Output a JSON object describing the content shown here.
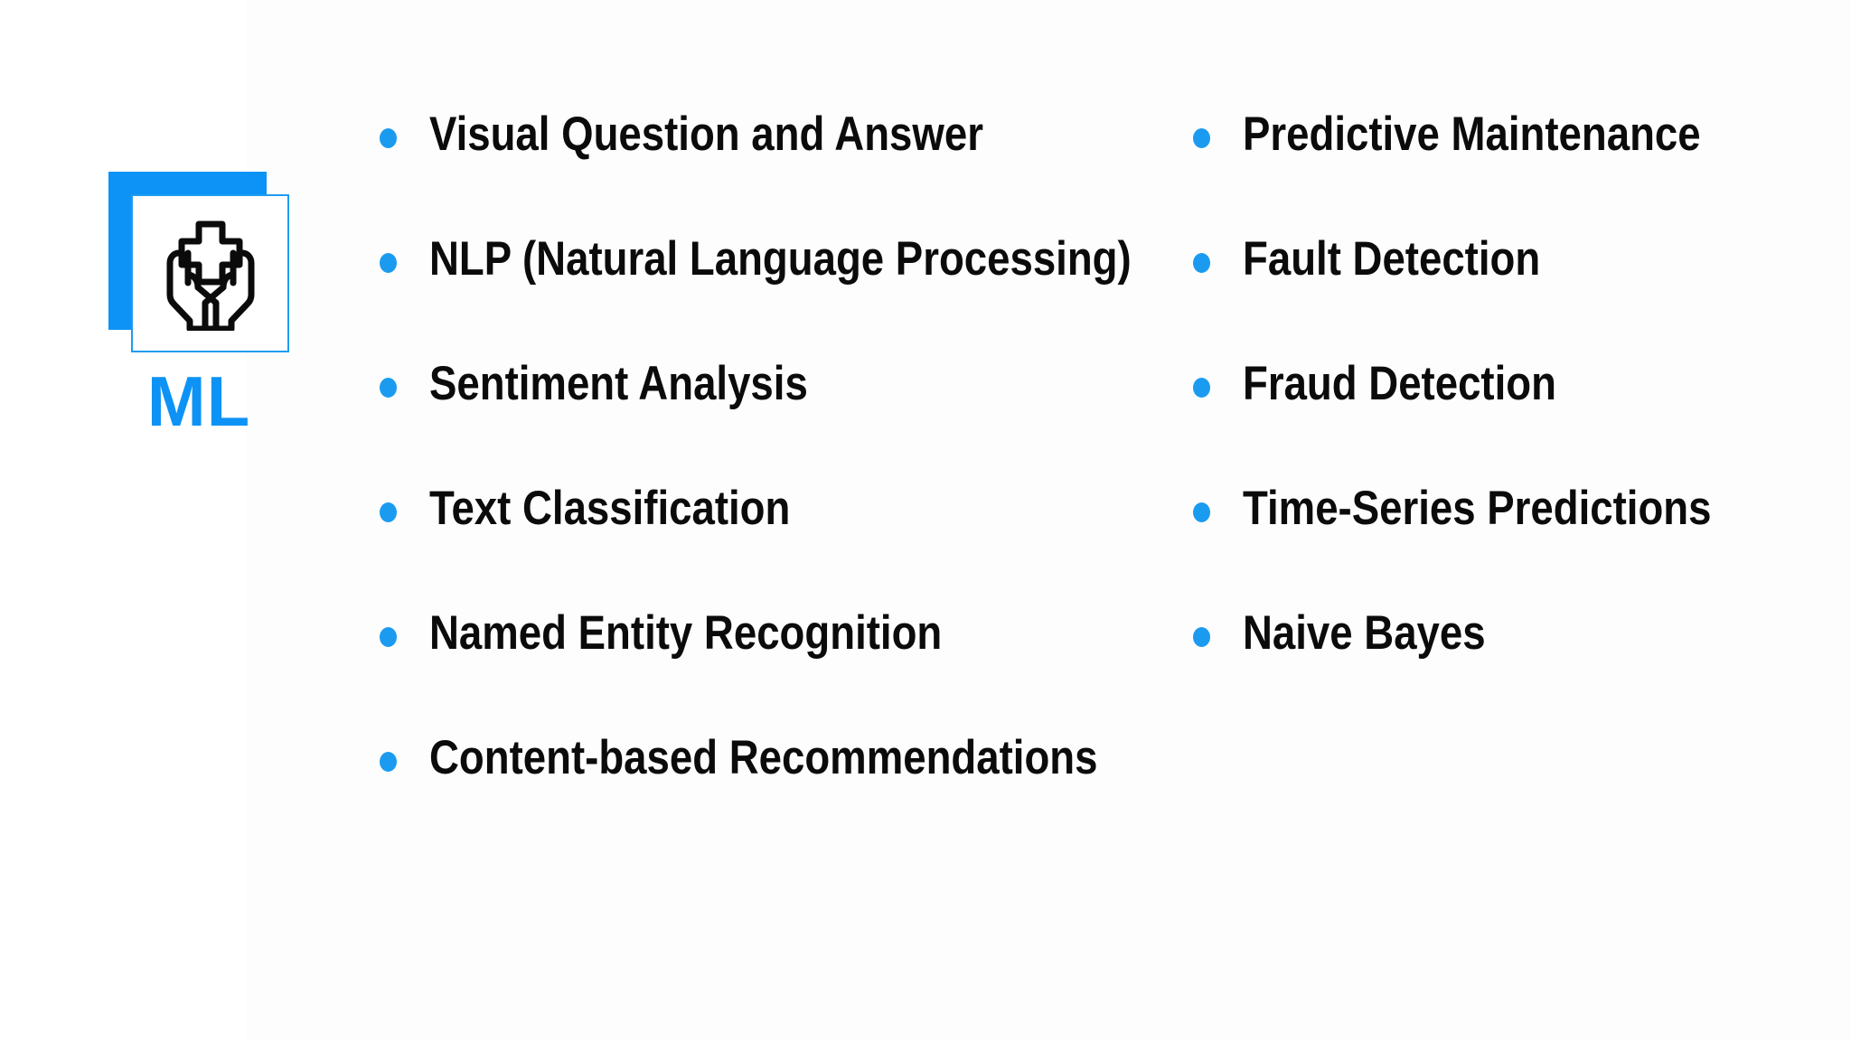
{
  "slide": {
    "background_color": "#ffffff",
    "accent_color": "#0d93f5",
    "bullet_color": "#1b9bf0",
    "text_color": "#0b0b0b"
  },
  "logo": {
    "label": "ML",
    "icon_name": "hands-holding-medical-cross-icon",
    "back_square_color": "#0d93f5",
    "front_square_border_color": "#1f9cf0"
  },
  "columns": {
    "left": {
      "items": [
        {
          "label": "Visual Question and Answer"
        },
        {
          "label": "NLP (Natural Language Processing)"
        },
        {
          "label": "Sentiment Analysis"
        },
        {
          "label": "Text Classification"
        },
        {
          "label": "Named Entity Recognition"
        },
        {
          "label": "Content-based Recommendations"
        }
      ]
    },
    "right": {
      "items": [
        {
          "label": "Predictive Maintenance"
        },
        {
          "label": "Fault Detection"
        },
        {
          "label": "Fraud Detection"
        },
        {
          "label": "Time-Series Predictions"
        },
        {
          "label": "Naive Bayes"
        }
      ]
    }
  }
}
